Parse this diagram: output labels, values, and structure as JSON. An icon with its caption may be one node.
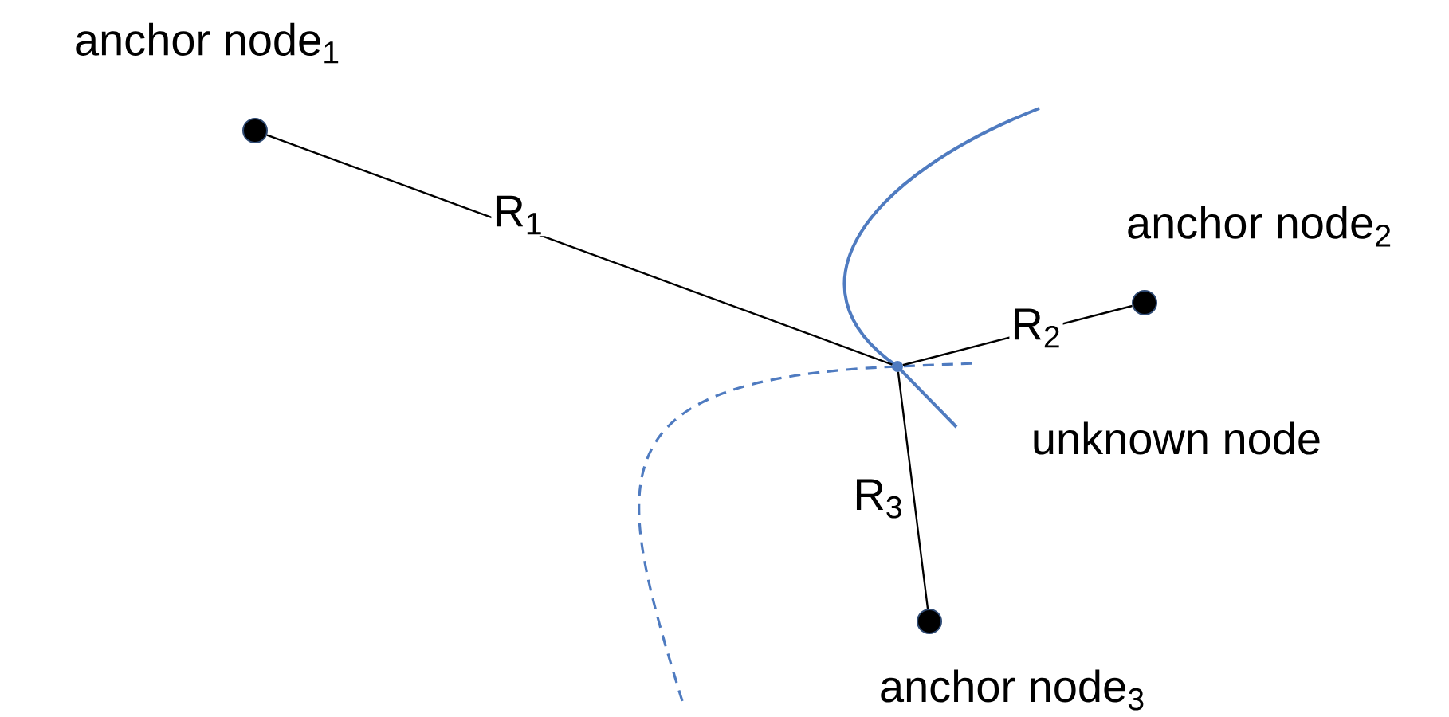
{
  "diagram": {
    "nodes": [
      {
        "text": [],
        "shape": "circle",
        "beside": [
          "anchor node$_{1}$"
        ]
      },
      {
        "text": [],
        "shape": "circle",
        "beside": [
          "anchor node$_{2}$"
        ]
      },
      {
        "text": [],
        "shape": "circle",
        "beside": [
          "anchor node$_{3}$"
        ]
      },
      {
        "text": [],
        "shape": "circle",
        "beside": [
          "unknown node"
        ]
      }
    ],
    "edges": [
      {
        "from": 3,
        "to": 0,
        "arrow": "none",
        "label": "R$_{1}$"
      },
      {
        "from": 3,
        "to": 1,
        "arrow": "none",
        "label": "R$_{2}$"
      },
      {
        "from": 3,
        "to": 2,
        "arrow": "none",
        "label": "R$_{3}$"
      }
    ]
  }
}
